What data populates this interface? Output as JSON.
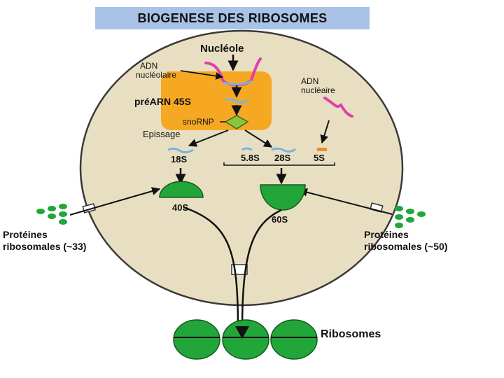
{
  "title": "BIOGENESE DES RIBOSOMES",
  "labels": {
    "nucleole": "Nucléole",
    "adn_nucleolaire_1": "ADN",
    "adn_nucleolaire_2": "nucléolaire",
    "prearn": "préARN 45S",
    "snornp": "snoRNP",
    "epissage": "Epissage",
    "adn_nucleaire_1": "ADN",
    "adn_nucleaire_2": "nucléaire",
    "rna_18s": "18S",
    "rna_58s": "5.8S",
    "rna_28s": "28S",
    "rna_5s": "5S",
    "subunit_40s": "40S",
    "subunit_60s": "60S",
    "proteines_left_1": "Protéines",
    "proteines_left_2": "ribosomales (~33)",
    "proteines_right_1": "Protéines",
    "proteines_right_2": "ribosomales (~50)",
    "ribosomes": "Ribosomes"
  },
  "colors": {
    "cell_fill": "#e8dfc2",
    "nucleolus": "#f7a823",
    "subunit_green": "#22a63a",
    "dna_pink": "#e040a8",
    "rna_blue": "#7ab3e0",
    "rna_5s_orange": "#f08a2a"
  }
}
